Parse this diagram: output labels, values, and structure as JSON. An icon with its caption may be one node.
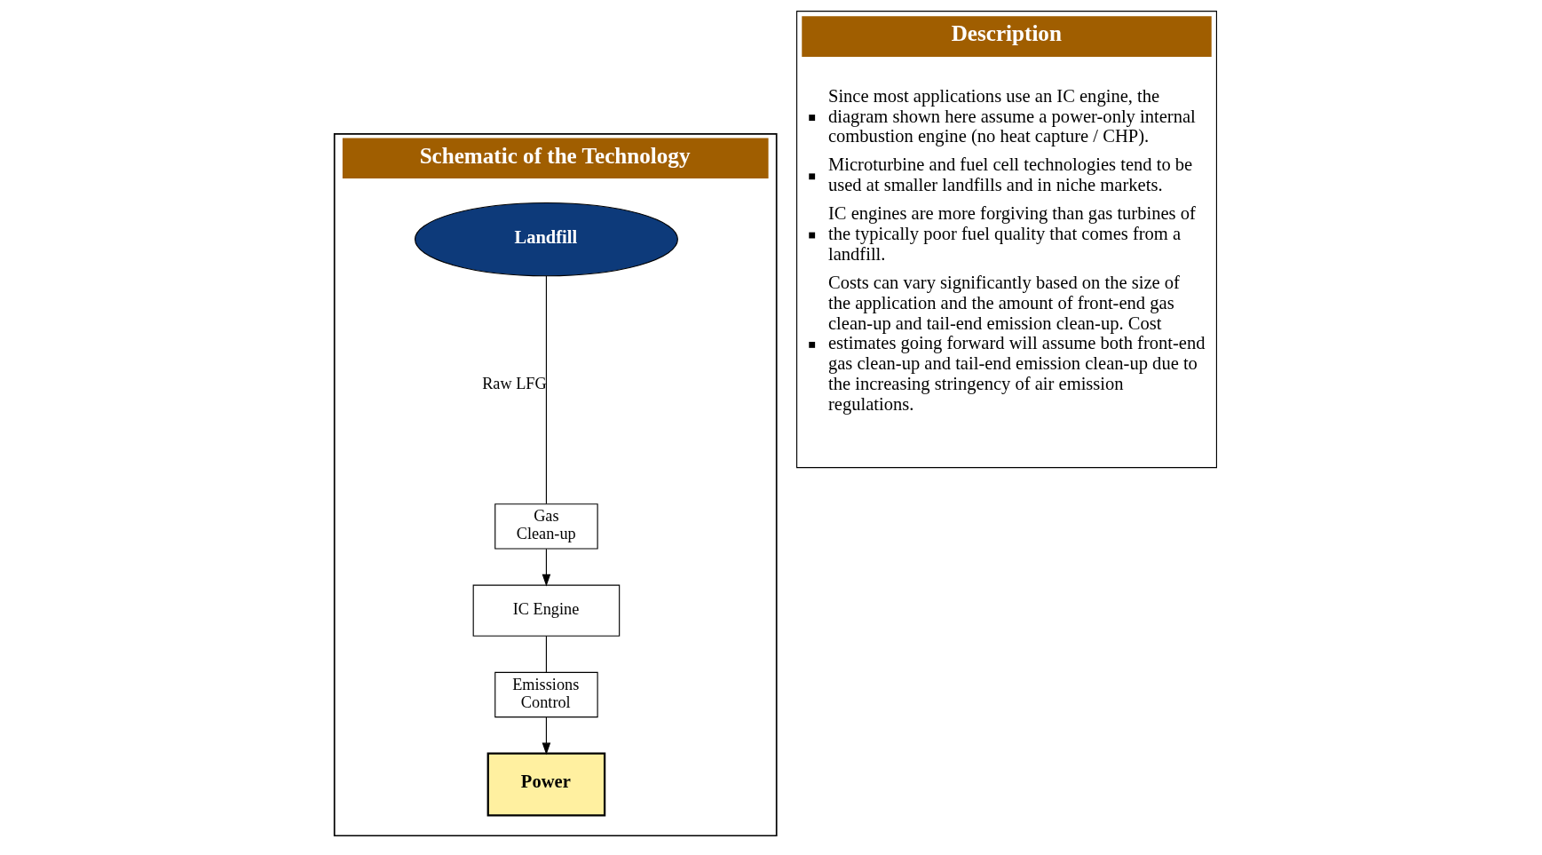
{
  "diagram": {
    "nodes": [
      {
        "text": [
          "Schematic of the Technology"
        ]
      },
      {
        "text": [
          "Landfill"
        ],
        "in": 0
      },
      {
        "text": [
          "Gas Clean-up"
        ],
        "in": 0
      },
      {
        "text": [
          "IC Engine"
        ],
        "in": 0
      },
      {
        "text": [
          "Emissions Control"
        ],
        "in": 0
      },
      {
        "text": [
          "Power"
        ],
        "in": 0
      },
      {
        "text": [
          "Description",
          "Since most applications use an IC engine, the diagram shown here assume a power-only internal combustion engine (no heat capture / CHP).",
          "Microturbine and fuel cell technologies tend to be used at smaller landfills and in niche markets.",
          "IC engines are more forgiving than gas turbines of the typically poor fuel quality that comes from a landfill.",
          "Costs can vary significantly based on the size of the application and the amount of front-end gas clean-up and tail-end emission clean-up. Cost estimates going forward will assume both front-end gas clean-up and tail-end emission clean-up due to the increasing stringency of air emission regulations."
        ]
      }
    ],
    "edges": [
      {
        "from": 1,
        "to": 2,
        "arrow": "none",
        "label": "Raw LFG"
      },
      {
        "from": 2,
        "to": 3,
        "arrow": "to"
      },
      {
        "from": 3,
        "to": 4,
        "arrow": "none"
      },
      {
        "from": 4,
        "to": 5,
        "arrow": "to"
      }
    ]
  }
}
